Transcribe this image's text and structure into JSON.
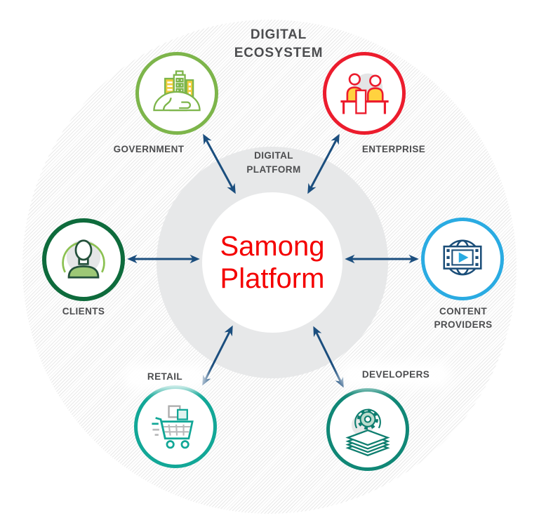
{
  "title": {
    "line1": "DIGITAL",
    "line2": "ECOSYSTEM"
  },
  "hub": {
    "label_line1": "DIGITAL",
    "label_line2": "PLATFORM",
    "name_line1": "Samong",
    "name_line2": "Platform",
    "name_color": "#f40000"
  },
  "nodes": [
    {
      "id": "government",
      "label": "GOVERNMENT",
      "color": "#7db54b",
      "icon": "buildings-icon"
    },
    {
      "id": "enterprise",
      "label": "ENTERPRISE",
      "color": "#ec1c2d",
      "icon": "people-desk-icon"
    },
    {
      "id": "clients",
      "label": "CLIENTS",
      "color": "#0e6b3c",
      "icon": "person-icon"
    },
    {
      "id": "content_providers",
      "label": "CONTENT PROVIDERS",
      "color": "#2aabe2",
      "icon": "globe-media-icon"
    },
    {
      "id": "retail",
      "label": "RETAIL",
      "color": "#12a797",
      "icon": "shopping-cart-icon"
    },
    {
      "id": "developers",
      "label": "DEVELOPERS",
      "color": "#108776",
      "icon": "gear-layers-icon"
    }
  ],
  "colors": {
    "arrow": "#1b4e7e",
    "label_text": "#4c4d4f",
    "ring_fill": "#e7e8e9",
    "hatch_line": "#e9e9e9"
  }
}
